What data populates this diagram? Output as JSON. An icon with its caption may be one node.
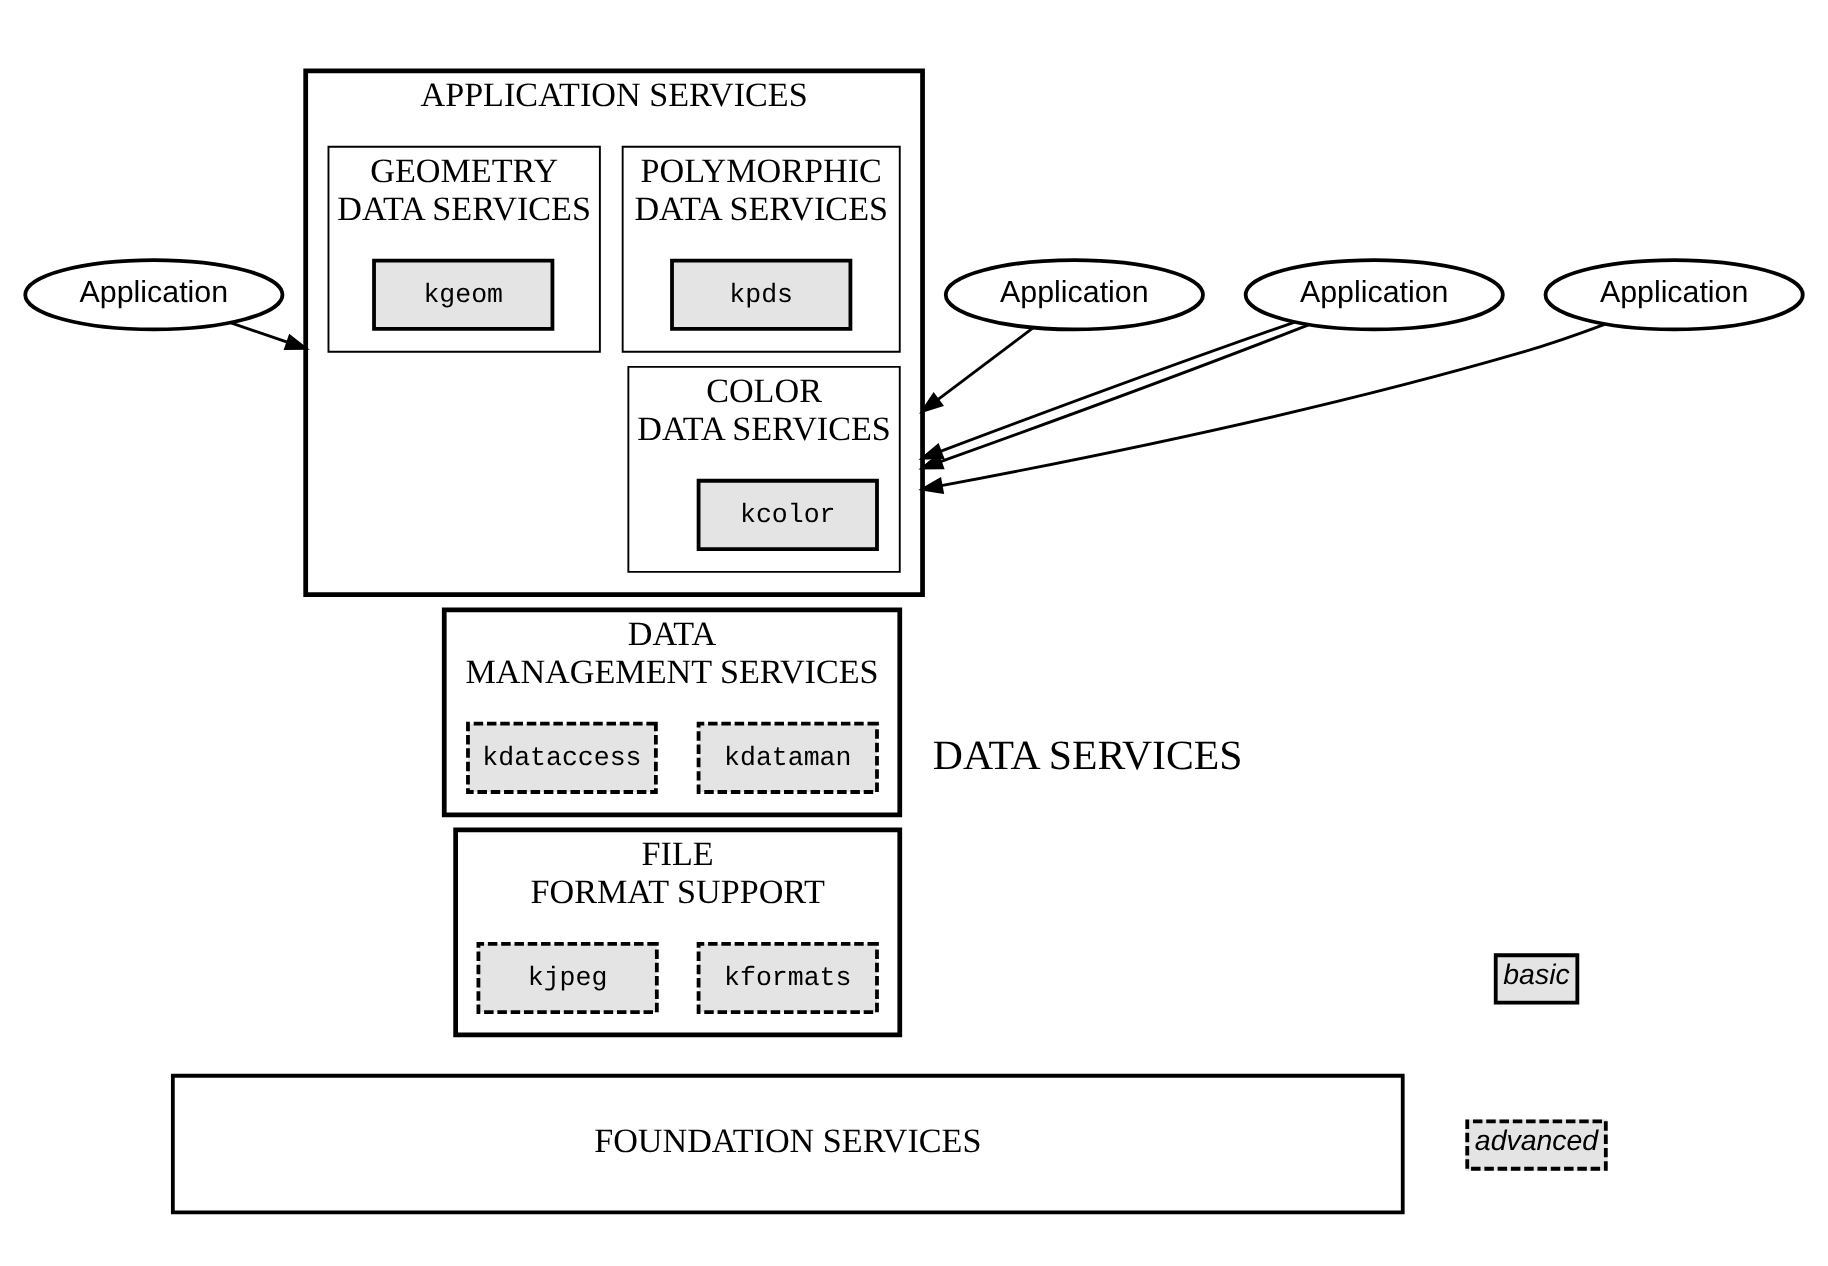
{
  "diagram": {
    "nodes": [
      {
        "text": [
          "Application"
        ]
      },
      {
        "text": [
          "Application"
        ]
      },
      {
        "text": [
          "Application"
        ]
      },
      {
        "text": [
          "Application"
        ]
      },
      {
        "text": [
          "APPLICATION SERVICES"
        ]
      },
      {
        "text": [
          "POLYMORPHIC DATA SERVICES"
        ],
        "in": 4
      },
      {
        "text": [
          "kpds"
        ],
        "in": 5
      },
      {
        "text": [
          "COLOR DATA SERVICES"
        ],
        "in": 4
      },
      {
        "text": [
          "kcolor"
        ],
        "in": 7
      },
      {
        "text": [
          "GEOMETRY DATA SERVICES"
        ],
        "in": 4
      },
      {
        "text": [
          "kgeom"
        ],
        "in": 9
      },
      {
        "text": [
          "DATA MANAGEMENT SERVICES"
        ]
      },
      {
        "text": [
          "kdataman"
        ],
        "in": 11
      },
      {
        "text": [
          "kdataccess"
        ],
        "in": 11
      },
      {
        "text": [
          "FILE FORMAT SUPPORT"
        ]
      },
      {
        "text": [
          "kformats"
        ],
        "in": 14
      },
      {
        "text": [
          "kjpeg"
        ],
        "in": 14
      },
      {
        "text": [
          "FOUNDATION SERVICES"
        ]
      }
    ],
    "edges": [
      {
        "from": 0,
        "to": 4,
        "arrow": "to"
      },
      {
        "from": 1,
        "to": 4,
        "arrow": "to"
      },
      {
        "from": 2,
        "to": 4,
        "arrow": "to"
      },
      {
        "from": 2,
        "to": 4,
        "arrow": "to"
      },
      {
        "from": 3,
        "to": 4,
        "arrow": "to"
      }
    ],
    "labels": [
      "DATA SERVICES"
    ],
    "legend": [
      {
        "text": "basic"
      },
      {
        "text": "advanced"
      }
    ]
  }
}
